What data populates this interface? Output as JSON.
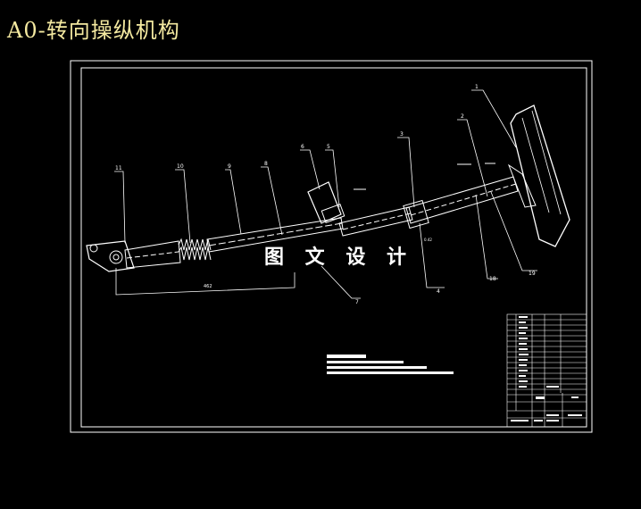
{
  "title": "A0-转向操纵机构",
  "watermark": "图 文 设 计",
  "part_labels": [
    "1",
    "2",
    "3",
    "4",
    "5",
    "6",
    "7",
    "8",
    "9",
    "10",
    "11",
    "18",
    "19"
  ],
  "colors": {
    "title": "#f4e9a0",
    "lines": "#ffffff",
    "background": "#000000"
  }
}
